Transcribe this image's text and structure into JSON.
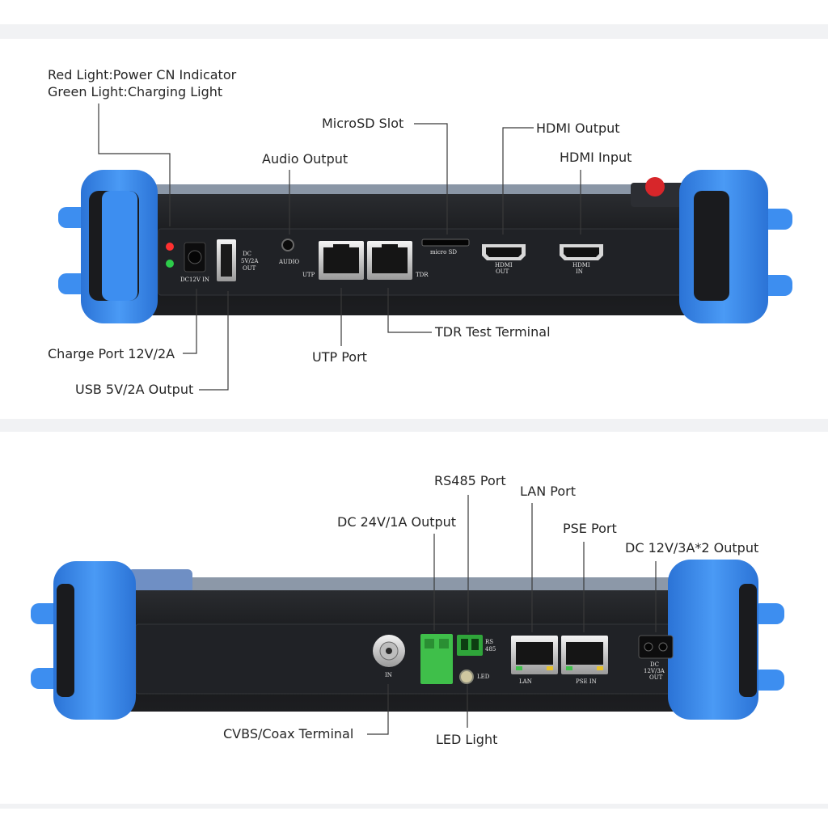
{
  "top": {
    "callouts": {
      "indicator_line1": "Red Light:Power CN Indicator",
      "indicator_line2": "Green Light:Charging Light",
      "microsd": "MicroSD Slot",
      "hdmi_out": "HDMI Output",
      "hdmi_in": "HDMI Input",
      "audio": "Audio Output",
      "charge": "Charge Port 12V/2A",
      "usb": "USB 5V/2A Output",
      "utp": "UTP Port",
      "tdr": "TDR Test Terminal"
    },
    "panel_print": {
      "dc_in": "DC12V IN",
      "usb_1": "DC",
      "usb_2": "5V/2A",
      "usb_3": "OUT",
      "audio": "AUDIO",
      "utp": "UTP",
      "tdr": "TDR",
      "microsd": "micro SD",
      "hdmi_out_1": "HDMI",
      "hdmi_out_2": "OUT",
      "hdmi_in_1": "HDMI",
      "hdmi_in_2": "IN"
    }
  },
  "bottom": {
    "callouts": {
      "rs485": "RS485 Port",
      "lan": "LAN Port",
      "dc24": "DC 24V/1A Output",
      "pse": "PSE Port",
      "dc12": "DC 12V/3A*2 Output",
      "cvbs": "CVBS/Coax Terminal",
      "led": "LED Light"
    },
    "panel_print": {
      "bnc_in": "IN",
      "rs_1": "RS",
      "rs_2": "485",
      "led": "LED",
      "lan": "LAN",
      "pse": "PSE IN",
      "dc_1": "DC",
      "dc_2": "12V/3A",
      "dc_3": "OUT"
    }
  },
  "colors": {
    "bumper": "#3d8ef0",
    "bumper_dark": "#2a6fd0",
    "body": "#161719",
    "panel": "#202226",
    "leader": "#3a3a3a",
    "terminal_green": "#3fbf4a"
  }
}
